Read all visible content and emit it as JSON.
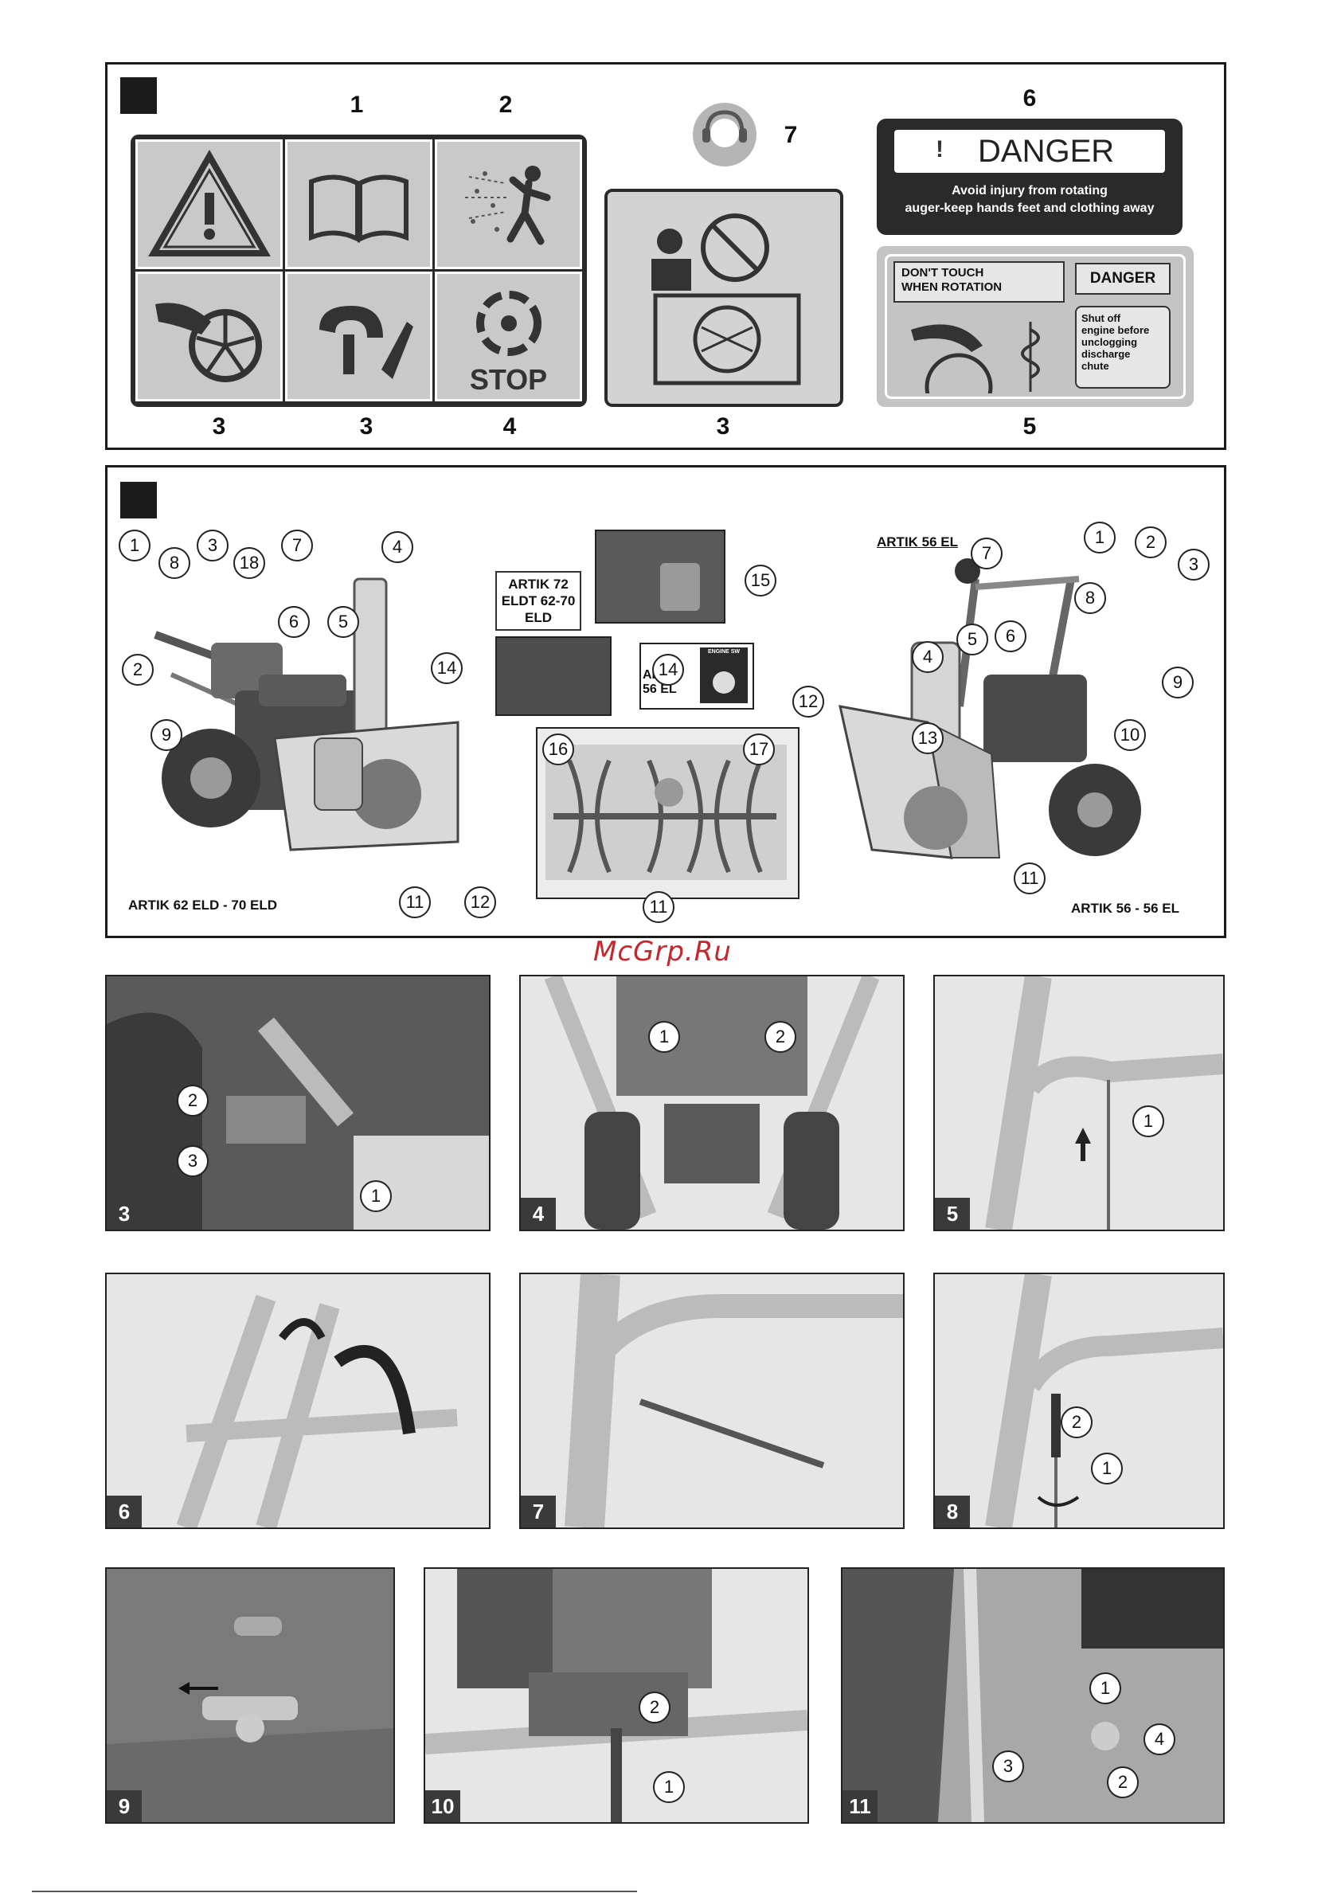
{
  "figure1": {
    "label_numbers": [
      "1",
      "2",
      "7",
      "6",
      "3",
      "3",
      "4",
      "3",
      "5"
    ],
    "stop_text": "STOP",
    "danger_sign": {
      "title": "DANGER",
      "mark": "!",
      "line1": "Avoid injury  from  rotating",
      "line2": "auger-keep  hands feet  and clothing away"
    },
    "warning_sign": {
      "dont_touch": "DON'T TOUCH WHEN ROTATION",
      "danger": "DANGER",
      "instruction": "Shut off engine before unclogging discharge chute"
    }
  },
  "figure2": {
    "model_left": "ARTIK 62 ELD - 70 ELD",
    "model_right": "ARTIK 56 - 56 EL",
    "model_top_right": "ARTIK 56 EL",
    "inset_72": "ARTIK 72 ELDT 62-70 ELD",
    "inset_56": "ARTIK 56 EL",
    "engine_sw": "ENGINE SW",
    "callouts_left": [
      "1",
      "8",
      "3",
      "18",
      "7",
      "4",
      "6",
      "5",
      "2",
      "14",
      "9",
      "11",
      "12"
    ],
    "callouts_center": [
      "15",
      "14",
      "16",
      "17",
      "11"
    ],
    "callouts_right": [
      "7",
      "1",
      "2",
      "3",
      "8",
      "9",
      "5",
      "6",
      "4",
      "12",
      "13",
      "10",
      "11"
    ]
  },
  "watermark": "McGrp.Ru",
  "panels": [
    {
      "num": "3",
      "callouts": [
        "2",
        "3",
        "1"
      ]
    },
    {
      "num": "4",
      "callouts": [
        "1",
        "2"
      ]
    },
    {
      "num": "5",
      "callouts": [
        "1"
      ]
    },
    {
      "num": "6",
      "callouts": []
    },
    {
      "num": "7",
      "callouts": []
    },
    {
      "num": "8",
      "callouts": [
        "2",
        "1"
      ]
    },
    {
      "num": "9",
      "callouts": []
    },
    {
      "num": "10",
      "callouts": [
        "2",
        "1"
      ]
    },
    {
      "num": "11",
      "callouts": [
        "1",
        "4",
        "3",
        "2"
      ]
    }
  ]
}
